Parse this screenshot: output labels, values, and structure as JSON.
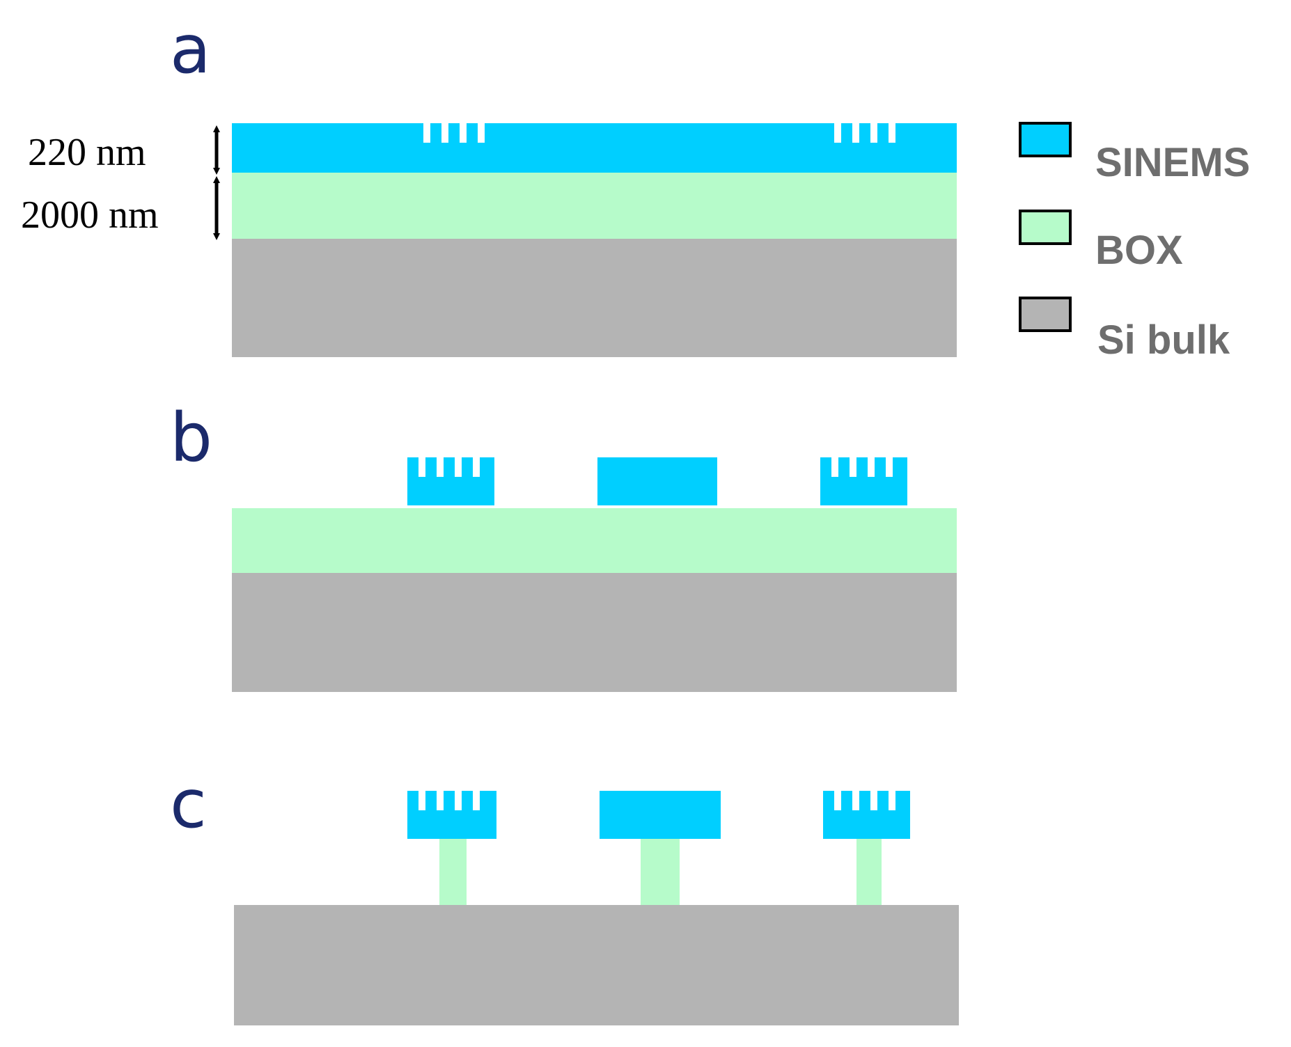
{
  "panels": {
    "a": {
      "label": "a"
    },
    "b": {
      "label": "b"
    },
    "c": {
      "label": "c"
    }
  },
  "dimensions": {
    "sinems_thickness": "220 nm",
    "box_thickness": "2000 nm"
  },
  "legend": {
    "items": [
      {
        "label": "SINEMS",
        "color": "#00cfff"
      },
      {
        "label": "BOX",
        "color": "#b6fbca"
      },
      {
        "label": "Si bulk",
        "color": "#b4b4b4"
      }
    ]
  },
  "colors": {
    "sinems": "#00cfff",
    "box": "#b6fbca",
    "si_bulk": "#b4b4b4",
    "panel_letter": "#1b2a6b",
    "legend_text": "#6e6e6e"
  }
}
